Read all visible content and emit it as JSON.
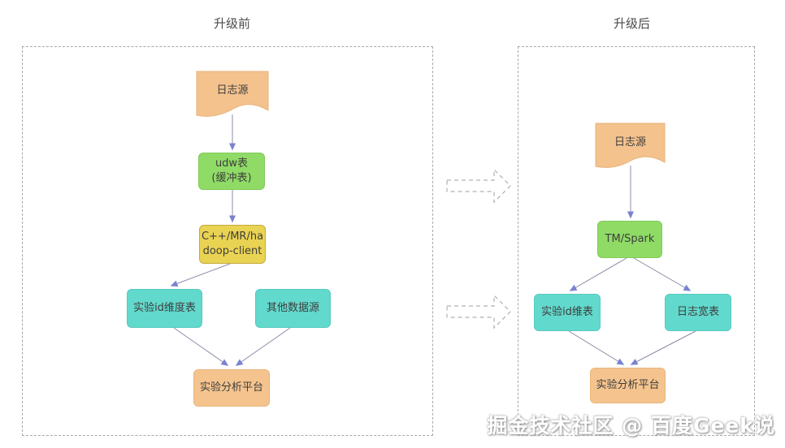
{
  "before": {
    "title": "升级前",
    "nodes": {
      "log_source": "日志源",
      "udw_table": "udw表\n(缓冲表)",
      "hadoop_client": "C++/MR/ha\ndoop-client",
      "exp_id_dim_table": "实验id维度表",
      "other_data_source": "其他数据源",
      "analysis_platform": "实验分析平台"
    }
  },
  "after": {
    "title": "升级后",
    "nodes": {
      "log_source": "日志源",
      "tm_spark": "TM/Spark",
      "exp_id_dim_table": "实验id维表",
      "log_wide_table": "日志宽表",
      "analysis_platform": "实验分析平台"
    }
  },
  "watermark": "掘金技术社区 @ 百度Geek说",
  "colors": {
    "document_fill": "#f4c28d",
    "document_border": "#e9b279",
    "green_fill": "#8fdb66",
    "yellow_fill": "#e9d352",
    "cyan_fill": "#62d9cd",
    "orange_fill": "#f5c48e",
    "connector_line": "#8b8ba6",
    "arrowhead": "#7a82cf",
    "panel_border": "#a9a9a9",
    "title_text": "#4a4a4a"
  }
}
